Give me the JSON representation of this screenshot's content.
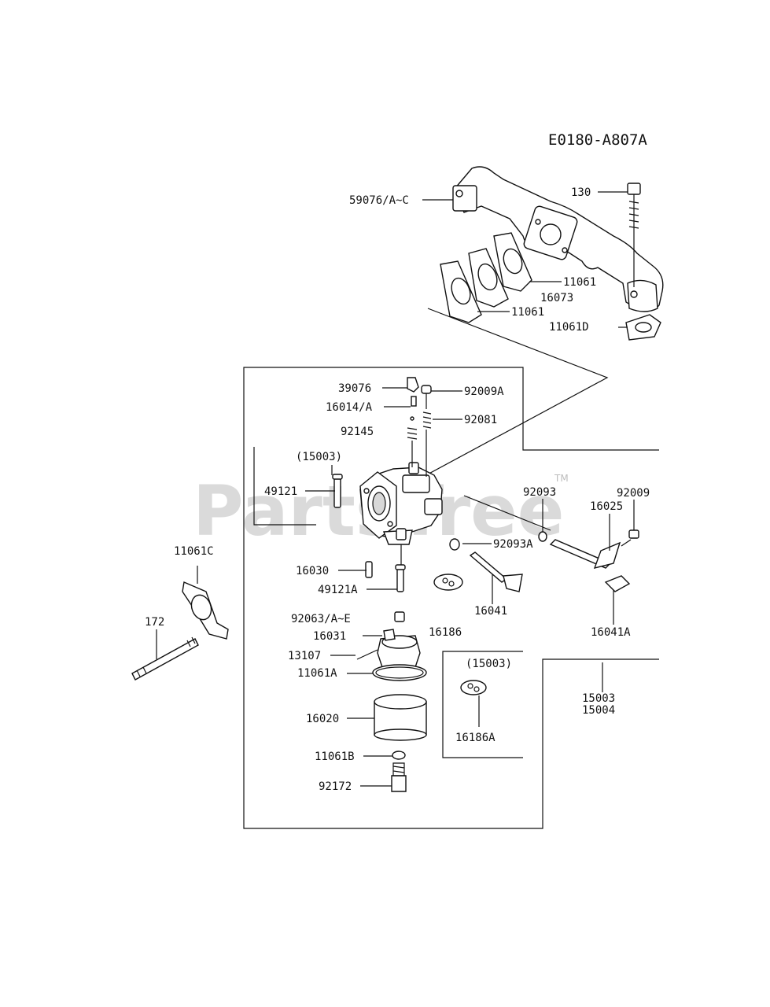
{
  "diagram": {
    "code": "E0180-A807A",
    "watermark": "PartsTree",
    "watermark_tm": "TM"
  },
  "labels": {
    "p59076": "59076/A~C",
    "p130": "130",
    "p11061_a": "11061",
    "p16073": "16073",
    "p11061_b": "11061",
    "p11061D": "11061D",
    "p39076": "39076",
    "p92009A": "92009A",
    "p16014": "16014/A",
    "p92081": "92081",
    "p92145": "92145",
    "p15003_a": "(15003)",
    "p49121": "49121",
    "p92093": "92093",
    "p92009": "92009",
    "p16025": "16025",
    "p92093A": "92093A",
    "p11061C": "11061C",
    "p16030": "16030",
    "p49121A": "49121A",
    "p16041": "16041",
    "p16041A": "16041A",
    "p172": "172",
    "p92063": "92063/A~E",
    "p16031": "16031",
    "p16186": "16186",
    "p13107": "13107",
    "p11061A": "11061A",
    "p15003_b": "(15003)",
    "p15003": "15003",
    "p15004": "15004",
    "p16020": "16020",
    "p16186A": "16186A",
    "p11061B": "11061B",
    "p92172": "92172"
  }
}
